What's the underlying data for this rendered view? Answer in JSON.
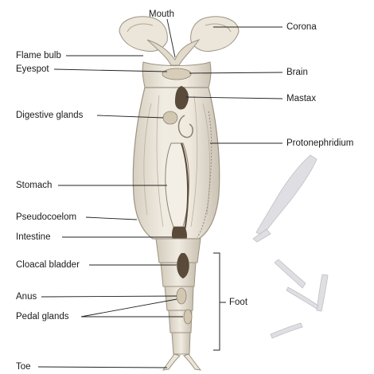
{
  "labels": {
    "mouth": "Mouth",
    "corona": "Corona",
    "flame_bulb": "Flame bulb",
    "eyespot": "Eyespot",
    "brain": "Brain",
    "mastax": "Mastax",
    "digestive_glands": "Digestive glands",
    "protonephridium": "Protonephridium",
    "stomach": "Stomach",
    "pseudocoelom": "Pseudocoelom",
    "intestine": "Intestine",
    "cloacal_bladder": "Cloacal bladder",
    "anus": "Anus",
    "pedal_glands": "Pedal glands",
    "foot": "Foot",
    "toe": "Toe"
  },
  "colors": {
    "body": "#ece6da",
    "body_shadow": "#cfc7b8",
    "outline": "#9c9282",
    "organ": "#d8cdb8",
    "organ_dark": "#5a4a3a",
    "leader": "#222222",
    "small_figure": "#d9d9dc"
  }
}
